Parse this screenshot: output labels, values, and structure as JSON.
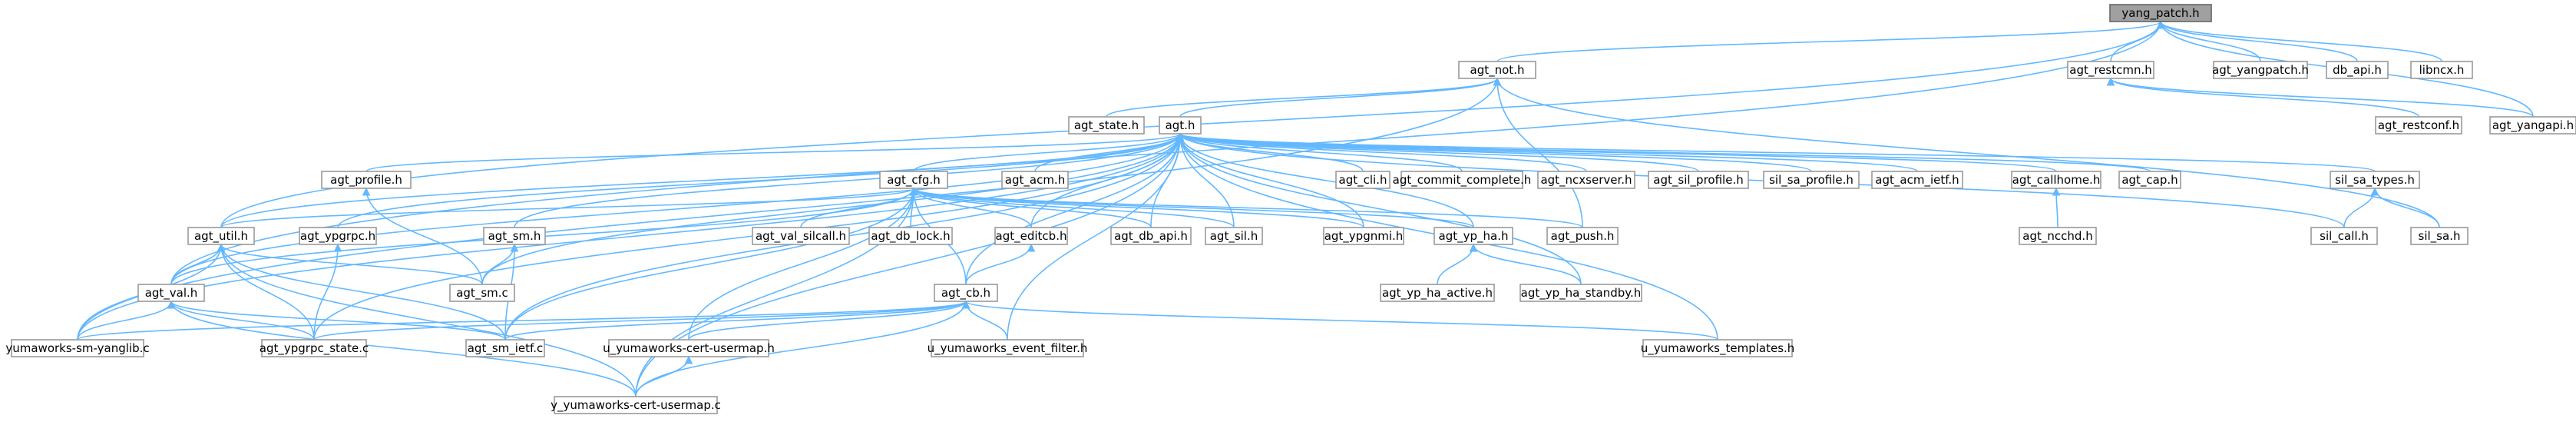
{
  "diagram": {
    "nodes": [
      {
        "id": "yang_patch_h",
        "label": "yang_patch.h",
        "root": true
      },
      {
        "id": "agt_not_h",
        "label": "agt_not.h"
      },
      {
        "id": "agt_restcmn_h",
        "label": "agt_restcmn.h"
      },
      {
        "id": "agt_yangpatch_h",
        "label": "agt_yangpatch.h"
      },
      {
        "id": "db_api_h",
        "label": "db_api.h"
      },
      {
        "id": "libncx_h",
        "label": "libncx.h"
      },
      {
        "id": "agt_state_h",
        "label": "agt_state.h"
      },
      {
        "id": "agt_h",
        "label": "agt.h"
      },
      {
        "id": "agt_restconf_h",
        "label": "agt_restconf.h"
      },
      {
        "id": "agt_yangapi_h",
        "label": "agt_yangapi.h"
      },
      {
        "id": "agt_profile_h",
        "label": "agt_profile.h"
      },
      {
        "id": "agt_cfg_h",
        "label": "agt_cfg.h"
      },
      {
        "id": "agt_acm_h",
        "label": "agt_acm.h"
      },
      {
        "id": "agt_cli_h",
        "label": "agt_cli.h"
      },
      {
        "id": "agt_commit_complete_h",
        "label": "agt_commit_complete.h"
      },
      {
        "id": "agt_ncxserver_h",
        "label": "agt_ncxserver.h"
      },
      {
        "id": "agt_sil_profile_h",
        "label": "agt_sil_profile.h"
      },
      {
        "id": "sil_sa_profile_h",
        "label": "sil_sa_profile.h"
      },
      {
        "id": "agt_acm_ietf_h",
        "label": "agt_acm_ietf.h"
      },
      {
        "id": "agt_callhome_h",
        "label": "agt_callhome.h"
      },
      {
        "id": "agt_cap_h",
        "label": "agt_cap.h"
      },
      {
        "id": "sil_sa_types_h",
        "label": "sil_sa_types.h"
      },
      {
        "id": "agt_util_h",
        "label": "agt_util.h"
      },
      {
        "id": "agt_ypgrpc_h",
        "label": "agt_ypgrpc.h"
      },
      {
        "id": "agt_sm_h",
        "label": "agt_sm.h"
      },
      {
        "id": "agt_val_silcall_h",
        "label": "agt_val_silcall.h"
      },
      {
        "id": "agt_db_lock_h",
        "label": "agt_db_lock.h"
      },
      {
        "id": "agt_editcb_h",
        "label": "agt_editcb.h"
      },
      {
        "id": "agt_db_api_h",
        "label": "agt_db_api.h"
      },
      {
        "id": "agt_sil_h",
        "label": "agt_sil.h"
      },
      {
        "id": "agt_ypgnmi_h",
        "label": "agt_ypgnmi.h"
      },
      {
        "id": "agt_yp_ha_h",
        "label": "agt_yp_ha.h"
      },
      {
        "id": "agt_push_h",
        "label": "agt_push.h"
      },
      {
        "id": "agt_ncchd_h",
        "label": "agt_ncchd.h"
      },
      {
        "id": "sil_call_h",
        "label": "sil_call.h"
      },
      {
        "id": "sil_sa_h",
        "label": "sil_sa.h"
      },
      {
        "id": "agt_val_h",
        "label": "agt_val.h"
      },
      {
        "id": "agt_sm_c",
        "label": "agt_sm.c"
      },
      {
        "id": "agt_cb_h",
        "label": "agt_cb.h"
      },
      {
        "id": "agt_yp_ha_active_h",
        "label": "agt_yp_ha_active.h"
      },
      {
        "id": "agt_yp_ha_standby_h",
        "label": "agt_yp_ha_standby.h"
      },
      {
        "id": "yumaworks_sm_yanglib_c",
        "label": "yumaworks-sm-yanglib.c"
      },
      {
        "id": "agt_ypgrpc_state_c",
        "label": "agt_ypgrpc_state.c"
      },
      {
        "id": "agt_sm_ietf_c",
        "label": "agt_sm_ietf.c"
      },
      {
        "id": "u_yumaworks_cert_usermap_h",
        "label": "u_yumaworks-cert-usermap.h"
      },
      {
        "id": "u_yumaworks_event_filter_h",
        "label": "u_yumaworks_event_filter.h"
      },
      {
        "id": "u_yumaworks_templates_h",
        "label": "u_yumaworks_templates.h"
      },
      {
        "id": "y_yumaworks_cert_usermap_c",
        "label": "y_yumaworks-cert-usermap.c"
      }
    ],
    "edges": [
      [
        "yang_patch_h",
        "agt_not_h"
      ],
      [
        "yang_patch_h",
        "agt_restcmn_h"
      ],
      [
        "yang_patch_h",
        "agt_yangpatch_h"
      ],
      [
        "yang_patch_h",
        "db_api_h"
      ],
      [
        "yang_patch_h",
        "libncx_h"
      ],
      [
        "yang_patch_h",
        "agt_yangapi_h"
      ],
      [
        "yang_patch_h",
        "agt_util_h"
      ],
      [
        "yang_patch_h",
        "agt_val_h"
      ],
      [
        "agt_not_h",
        "agt_h"
      ],
      [
        "agt_not_h",
        "agt_state_h"
      ],
      [
        "agt_not_h",
        "agt_push_h"
      ],
      [
        "agt_not_h",
        "sil_sa_h"
      ],
      [
        "agt_not_h",
        "yumaworks_sm_yanglib_c"
      ],
      [
        "agt_restcmn_h",
        "agt_restconf_h"
      ],
      [
        "agt_restcmn_h",
        "agt_yangapi_h"
      ],
      [
        "agt_h",
        "agt_profile_h"
      ],
      [
        "agt_h",
        "agt_cfg_h"
      ],
      [
        "agt_h",
        "agt_acm_h"
      ],
      [
        "agt_h",
        "agt_cli_h"
      ],
      [
        "agt_h",
        "agt_commit_complete_h"
      ],
      [
        "agt_h",
        "agt_ncxserver_h"
      ],
      [
        "agt_h",
        "agt_sil_profile_h"
      ],
      [
        "agt_h",
        "sil_sa_profile_h"
      ],
      [
        "agt_h",
        "agt_acm_ietf_h"
      ],
      [
        "agt_h",
        "agt_callhome_h"
      ],
      [
        "agt_h",
        "agt_cap_h"
      ],
      [
        "agt_h",
        "sil_sa_types_h"
      ],
      [
        "agt_h",
        "agt_util_h"
      ],
      [
        "agt_h",
        "agt_ypgrpc_h"
      ],
      [
        "agt_h",
        "agt_sm_h"
      ],
      [
        "agt_h",
        "agt_editcb_h"
      ],
      [
        "agt_h",
        "agt_db_api_h"
      ],
      [
        "agt_h",
        "agt_sil_h"
      ],
      [
        "agt_h",
        "agt_ypgnmi_h"
      ],
      [
        "agt_h",
        "agt_yp_ha_h"
      ],
      [
        "agt_h",
        "agt_cb_h"
      ],
      [
        "agt_h",
        "sil_call_h"
      ],
      [
        "agt_h",
        "agt_val_h"
      ],
      [
        "agt_h",
        "agt_sm_c"
      ],
      [
        "agt_h",
        "agt_yp_ha_standby_h"
      ],
      [
        "agt_h",
        "yumaworks_sm_yanglib_c"
      ],
      [
        "agt_h",
        "agt_ypgrpc_state_c"
      ],
      [
        "agt_h",
        "agt_sm_ietf_c"
      ],
      [
        "agt_h",
        "u_yumaworks_event_filter_h"
      ],
      [
        "agt_h",
        "u_yumaworks_templates_h"
      ],
      [
        "agt_h",
        "y_yumaworks_cert_usermap_c"
      ],
      [
        "agt_profile_h",
        "agt_sm_c"
      ],
      [
        "agt_cfg_h",
        "agt_util_h"
      ],
      [
        "agt_cfg_h",
        "agt_val_silcall_h"
      ],
      [
        "agt_cfg_h",
        "agt_db_lock_h"
      ],
      [
        "agt_cfg_h",
        "agt_editcb_h"
      ],
      [
        "agt_cfg_h",
        "agt_db_api_h"
      ],
      [
        "agt_cfg_h",
        "agt_sil_h"
      ],
      [
        "agt_cfg_h",
        "agt_ypgnmi_h"
      ],
      [
        "agt_cfg_h",
        "agt_yp_ha_h"
      ],
      [
        "agt_cfg_h",
        "agt_push_h"
      ],
      [
        "agt_cfg_h",
        "agt_val_h"
      ],
      [
        "agt_cfg_h",
        "agt_cb_h"
      ],
      [
        "agt_cfg_h",
        "agt_sm_ietf_c"
      ],
      [
        "agt_cfg_h",
        "u_yumaworks_cert_usermap_h"
      ],
      [
        "agt_cfg_h",
        "y_yumaworks_cert_usermap_c"
      ],
      [
        "agt_callhome_h",
        "agt_ncchd_h"
      ],
      [
        "sil_sa_types_h",
        "sil_call_h"
      ],
      [
        "sil_sa_types_h",
        "sil_sa_h"
      ],
      [
        "agt_util_h",
        "agt_val_h"
      ],
      [
        "agt_util_h",
        "agt_sm_c"
      ],
      [
        "agt_util_h",
        "yumaworks_sm_yanglib_c"
      ],
      [
        "agt_util_h",
        "agt_ypgrpc_state_c"
      ],
      [
        "agt_util_h",
        "agt_sm_ietf_c"
      ],
      [
        "agt_util_h",
        "y_yumaworks_cert_usermap_c"
      ],
      [
        "agt_ypgrpc_h",
        "agt_ypgrpc_state_c"
      ],
      [
        "agt_sm_h",
        "agt_sm_c"
      ],
      [
        "agt_sm_h",
        "agt_sm_ietf_c"
      ],
      [
        "agt_editcb_h",
        "agt_cb_h"
      ],
      [
        "agt_yp_ha_h",
        "agt_yp_ha_active_h"
      ],
      [
        "agt_yp_ha_h",
        "agt_yp_ha_standby_h"
      ],
      [
        "agt_val_h",
        "yumaworks_sm_yanglib_c"
      ],
      [
        "agt_val_h",
        "agt_ypgrpc_state_c"
      ],
      [
        "agt_val_h",
        "agt_sm_ietf_c"
      ],
      [
        "agt_val_h",
        "y_yumaworks_cert_usermap_c"
      ],
      [
        "agt_cb_h",
        "yumaworks_sm_yanglib_c"
      ],
      [
        "agt_cb_h",
        "agt_ypgrpc_state_c"
      ],
      [
        "agt_cb_h",
        "agt_sm_ietf_c"
      ],
      [
        "agt_cb_h",
        "u_yumaworks_cert_usermap_h"
      ],
      [
        "agt_cb_h",
        "u_yumaworks_event_filter_h"
      ],
      [
        "agt_cb_h",
        "u_yumaworks_templates_h"
      ],
      [
        "agt_cb_h",
        "y_yumaworks_cert_usermap_c"
      ],
      [
        "u_yumaworks_cert_usermap_h",
        "y_yumaworks_cert_usermap_c"
      ]
    ]
  }
}
